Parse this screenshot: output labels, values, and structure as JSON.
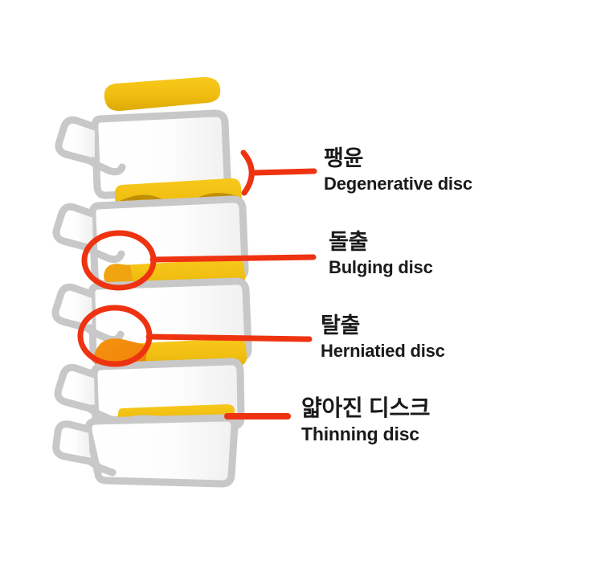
{
  "illustration": {
    "subject": "lumbar-spine-lateral-view",
    "colors": {
      "disc_yellow": "#F0BE10",
      "disc_yellow_dark": "#C89A08",
      "herniation_orange": "#F08A10",
      "bone_outline_gray": "#C8C8C8",
      "bone_fill_white": "#FFFFFF",
      "annotation_red": "#EE3311",
      "text_black": "#1A1A1A",
      "background": "#FFFFFF"
    }
  },
  "annotations": [
    {
      "id": "degenerative",
      "korean": "팽윤",
      "english": "Degenerative disc",
      "marker": "curved-bracket"
    },
    {
      "id": "bulging",
      "korean": "돌출",
      "english": "Bulging disc",
      "marker": "circle-and-line"
    },
    {
      "id": "herniated",
      "korean": "탈출",
      "english": "Herniatied disc",
      "marker": "circle-and-line"
    },
    {
      "id": "thinning",
      "korean": "얇아진 디스크",
      "english": "Thinning disc",
      "marker": "short-line"
    }
  ]
}
